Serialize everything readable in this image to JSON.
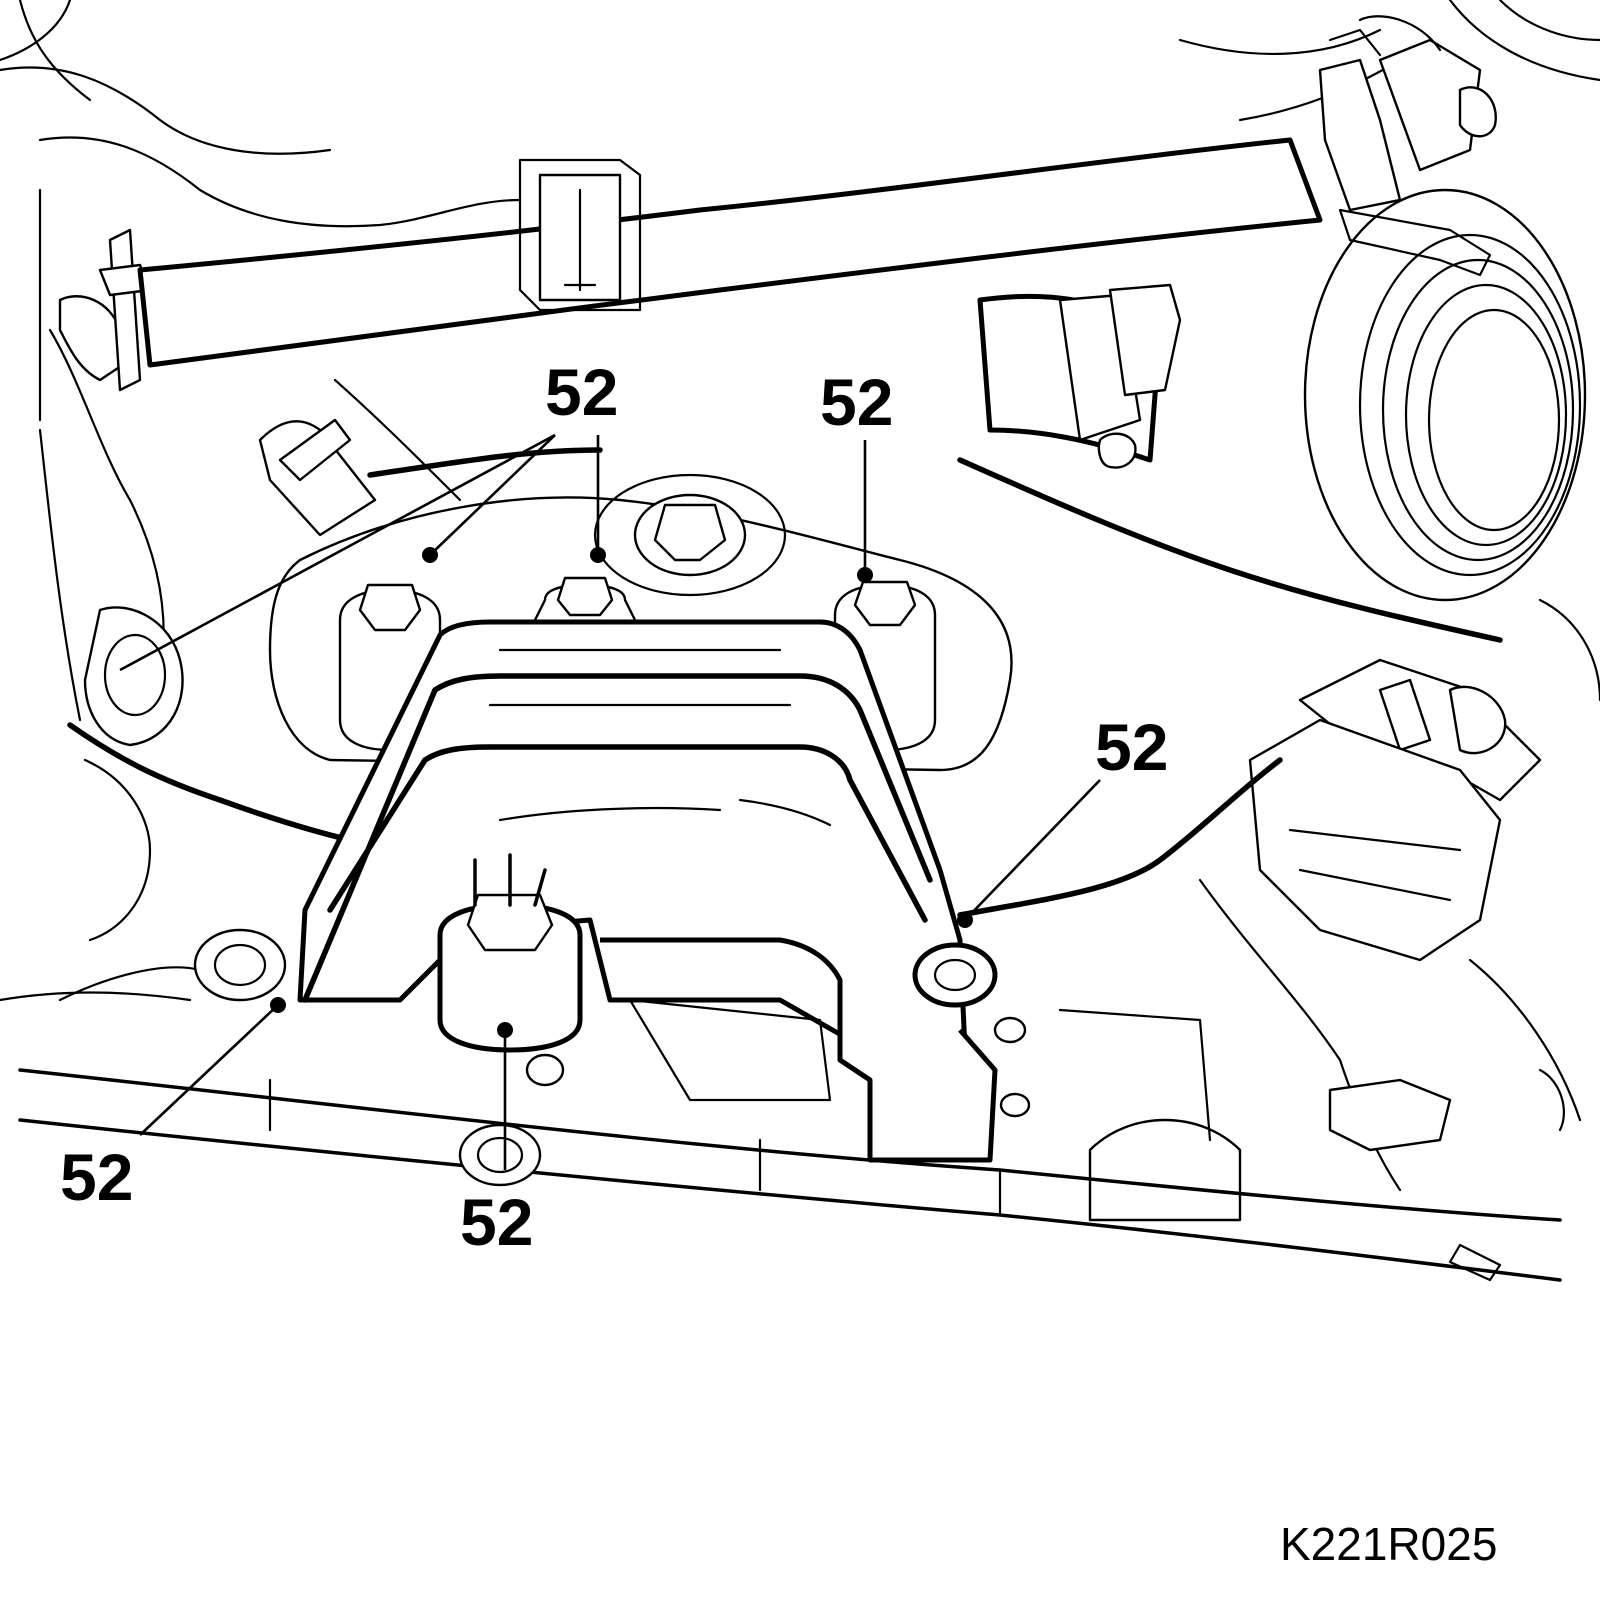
{
  "callouts": [
    {
      "label": "52"
    },
    {
      "label": "52"
    },
    {
      "label": "52"
    },
    {
      "label": "52"
    },
    {
      "label": "52"
    }
  ],
  "figure_ref": "K221R025"
}
